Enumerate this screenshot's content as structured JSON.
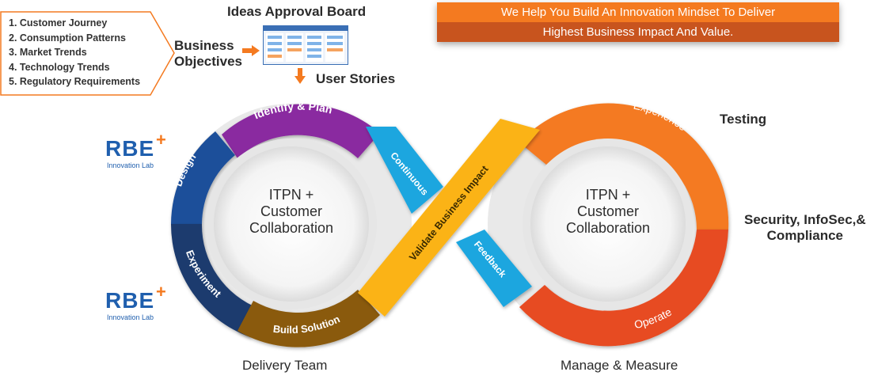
{
  "objectives_list": [
    "1. Customer Journey",
    "2. Consumption Patterns",
    "3. Market Trends",
    "4. Technology Trends",
    "5. Regulatory Requirements"
  ],
  "business_objectives": [
    "Business",
    "Objectives"
  ],
  "ideas_board": "Ideas Approval Board",
  "user_stories": "User Stories",
  "banner": {
    "line1": "We Help You Build An Innovation Mindset To Deliver",
    "line2": "Highest Business Impact And Value."
  },
  "loop_left": {
    "center": [
      "ITPN +",
      "Customer",
      "Collaboration"
    ],
    "segments": [
      "Identify & Plan",
      "Design",
      "Experiment",
      "Build Solution"
    ]
  },
  "loop_right": {
    "center": [
      "ITPN +",
      "Customer",
      "Collaboration"
    ],
    "segments": [
      "Experience",
      "Operate"
    ]
  },
  "connectors": {
    "continuous": "Continuous",
    "validate": "Validate Business Impact",
    "feedback": "Feedback"
  },
  "outer_labels": {
    "testing": "Testing",
    "security": [
      "Security, InfoSec,&",
      "Compliance"
    ],
    "delivery": "Delivery Team",
    "manage": "Manage & Measure"
  },
  "logo": {
    "brand": "RBE",
    "plus": "+",
    "sub": "Innovation Lab"
  },
  "colors": {
    "purple": "#8a2ba0",
    "blue": "#1f4f9a",
    "navy": "#1c3a6e",
    "brown": "#8a5a10",
    "cyan": "#1ea6df",
    "yellow": "#fbb316",
    "orange": "#f47a20",
    "red": "#e74c22"
  }
}
